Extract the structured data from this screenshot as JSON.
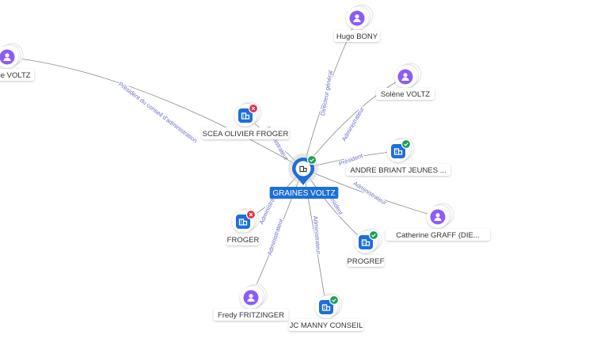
{
  "colors": {
    "person": "#8b5cf6",
    "company": "#1d6fd8",
    "active": "#1f9d55",
    "closed": "#e0314b",
    "edge": "#888888",
    "edge_label": "#6b6fc8",
    "center": "#1d6fd8"
  },
  "center": {
    "label": "GRAINES VOLTZ",
    "type": "company",
    "status": "active"
  },
  "nodes": [
    {
      "id": "hugo-bony",
      "label": "Hugo BONY",
      "type": "person",
      "status": "none",
      "relation": "Directeur général"
    },
    {
      "id": "solene-voltz",
      "label": "Solène VOLTZ",
      "type": "person",
      "status": "none",
      "relation": "Administrateur"
    },
    {
      "id": "andre-briant",
      "label": "ANDRE BRIANT JEUNES ...",
      "type": "company",
      "status": "active",
      "relation": "Président"
    },
    {
      "id": "catherine-graff",
      "label": "Catherine GRAFF (DIE...",
      "type": "person",
      "status": "none",
      "relation": "Administrateur"
    },
    {
      "id": "progref",
      "label": "PROGREF",
      "type": "company",
      "status": "active",
      "relation": "Président"
    },
    {
      "id": "jc-manny",
      "label": "JC MANNY CONSEIL",
      "type": "company",
      "status": "active",
      "relation": "Administrateur"
    },
    {
      "id": "fredy-fritzinger",
      "label": "Fredy FRITZINGER",
      "type": "person",
      "status": "none",
      "relation": "Administrateur"
    },
    {
      "id": "froger",
      "label": "FROGER",
      "type": "company",
      "status": "closed",
      "relation": "Administrateur"
    },
    {
      "id": "scea-olivier-froger",
      "label": "SCEA OLIVIER FROGER",
      "type": "company",
      "status": "closed",
      "relation": "Administrateur"
    },
    {
      "id": "george-voltz",
      "label": "ge VOLTZ",
      "type": "person",
      "status": "none",
      "relation": "Président du conseil d'administration"
    }
  ]
}
